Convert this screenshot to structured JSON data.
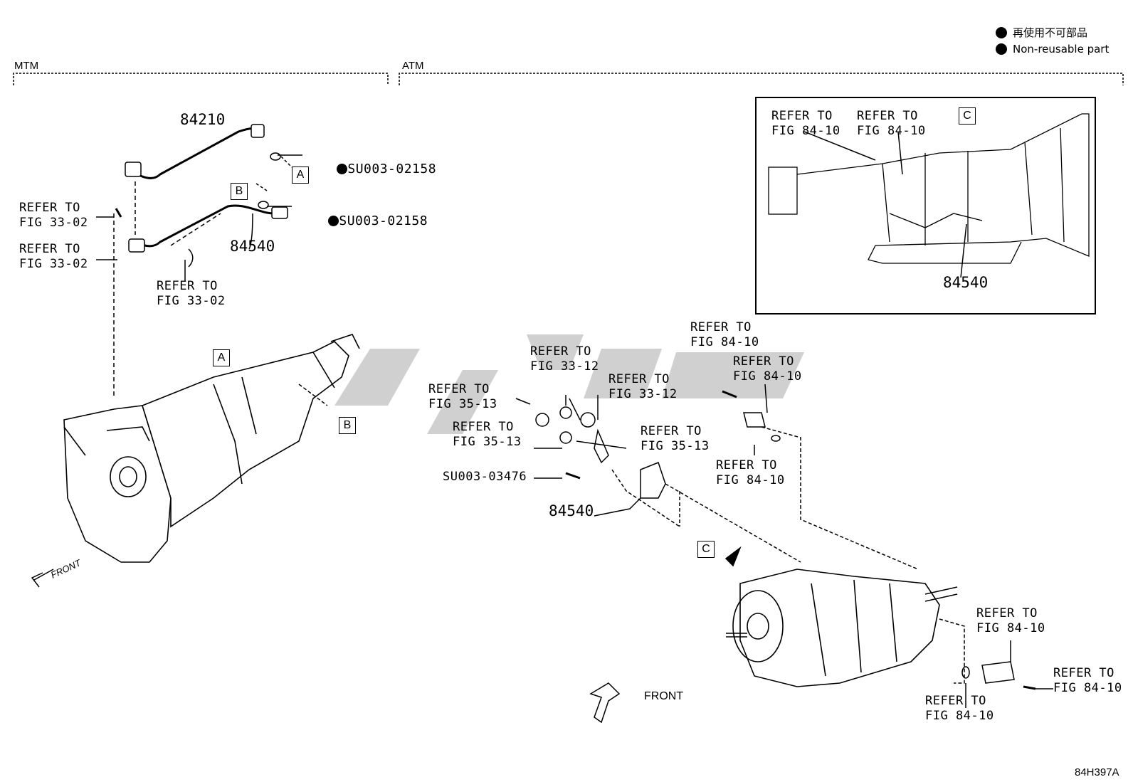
{
  "legend": {
    "jp": "再使用不可部品",
    "en": "Non-reusable part"
  },
  "sections": {
    "mtm": "MTM",
    "atm": "ATM"
  },
  "callouts": {
    "A": "A",
    "B": "B",
    "C": "C"
  },
  "parts": {
    "p84210": "84210",
    "p84540_mtm": "84540",
    "p84540_atm": "84540",
    "p84540_inset": "84540",
    "su02158_a": "SU003-02158",
    "su02158_b": "SU003-02158",
    "su03476": "SU003-03476"
  },
  "refs": {
    "r1": "REFER TO\nFIG 33-02",
    "r2": "REFER TO\nFIG 33-02",
    "r3": "REFER TO\nFIG 33-02",
    "r4": "REFER TO\nFIG 84-10",
    "r5": "REFER TO\nFIG 84-10",
    "r6": "REFER TO\nFIG 33-12",
    "r7": "REFER TO\nFIG 33-12",
    "r8": "REFER TO\nFIG 35-13",
    "r9": "REFER TO\nFIG 35-13",
    "r10": "REFER TO\nFIG 35-13",
    "r11": "REFER TO\nFIG 84-10",
    "r12": "REFER TO\nFIG 84-10",
    "r13": "REFER TO\nFIG 84-10",
    "r14": "REFER TO\nFIG 84-10",
    "r15": "REFER TO\nFIG 84-10",
    "r16": "REFER TO\nFIG 84-10"
  },
  "front": {
    "mtm": "FRONT",
    "atm": "FRONT"
  },
  "figure_id": "84H397A"
}
